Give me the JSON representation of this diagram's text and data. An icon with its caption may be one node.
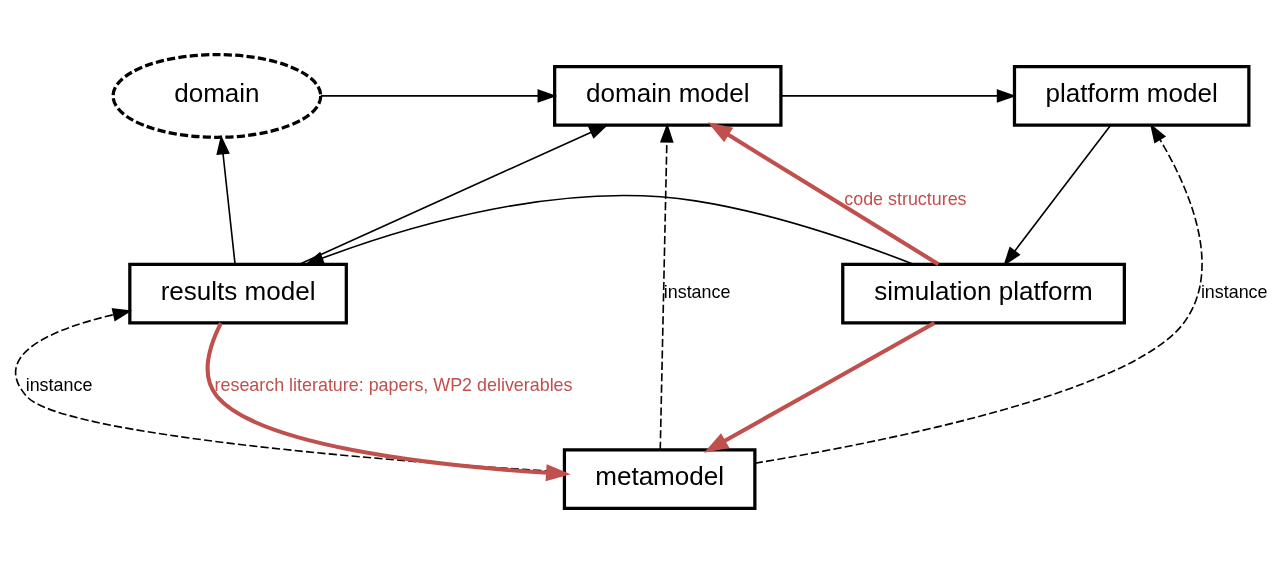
{
  "diagram": {
    "nodes": [
      {
        "text": [
          "domain"
        ]
      },
      {
        "text": [
          "domain model"
        ]
      },
      {
        "text": [
          "platform model"
        ]
      },
      {
        "text": [
          "metamodel"
        ]
      },
      {
        "text": [
          "results model"
        ]
      },
      {
        "text": [
          "simulation platform"
        ]
      }
    ],
    "edges": [
      {
        "from": 0,
        "to": 1,
        "arrow": "to"
      },
      {
        "from": 1,
        "to": 2,
        "arrow": "to"
      },
      {
        "from": 2,
        "to": 5,
        "arrow": "to"
      },
      {
        "from": 5,
        "to": 4,
        "arrow": "to"
      },
      {
        "from": 4,
        "to": 1,
        "arrow": "to"
      },
      {
        "from": 4,
        "to": 0,
        "arrow": "to"
      },
      {
        "from": 3,
        "to": 1,
        "arrow": "to",
        "style": "dashed",
        "label": "instance"
      },
      {
        "from": 3,
        "to": 2,
        "arrow": "to",
        "style": "dashed",
        "label": "instance"
      },
      {
        "from": 3,
        "to": 4,
        "arrow": "to",
        "style": "dashed",
        "label": "instance"
      },
      {
        "from": 4,
        "to": 3,
        "arrow": "to",
        "style": "thick",
        "color": "#c0504d",
        "label": "research literature: papers, WP2 deliverables"
      },
      {
        "from": 5,
        "to": 1,
        "arrow": "to",
        "style": "thick",
        "color": "#c0504d",
        "label": "code structures"
      },
      {
        "from": 5,
        "to": 3,
        "arrow": "to",
        "style": "thick",
        "color": "#c0504d"
      }
    ]
  }
}
